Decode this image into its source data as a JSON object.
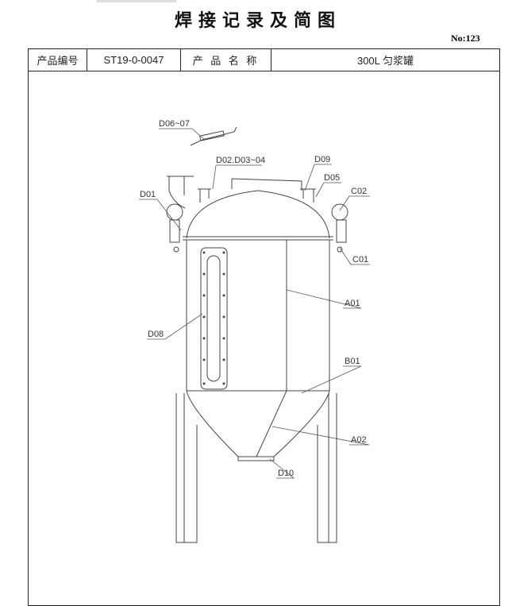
{
  "title": "焊接记录及简图",
  "number": "No:123",
  "header": {
    "code_label": "产品编号",
    "code_value": "ST19-0-0047",
    "name_label": "产 品 名 称",
    "name_value": "300L 匀浆罐"
  },
  "drawing_labels": {
    "d06_07": "D06~07",
    "d02_d03_04": "D02.D03~04",
    "d09": "D09",
    "d05": "D05",
    "d01": "D01",
    "c02": "C02",
    "c01": "C01",
    "a01": "A01",
    "d08": "D08",
    "b01": "B01",
    "a02": "A02",
    "d10": "D10"
  }
}
